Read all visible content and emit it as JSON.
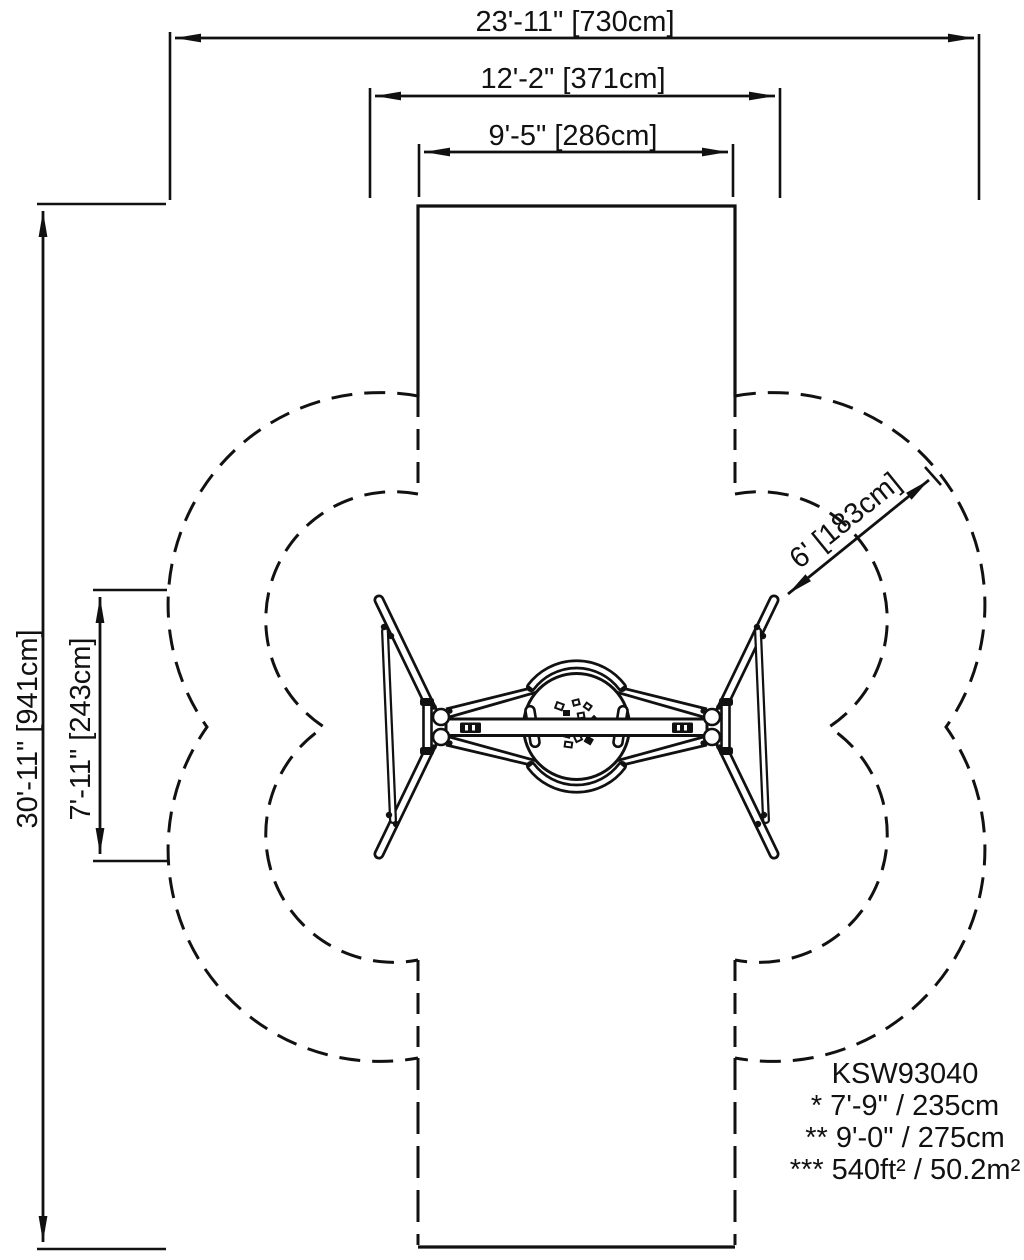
{
  "model": "KSW93040",
  "notes": [
    "* 7'-9\" / 235cm",
    "** 9'-0\" / 275cm",
    "*** 540ft² / 50.2m²"
  ],
  "dimensions": {
    "overall_width": "23'-11\" [730cm]",
    "frame_width": "12'-2\" [371cm]",
    "bay_width": "9'-5\" [286cm]",
    "overall_depth": "30'-11\" [941cm]",
    "frame_depth": "7'-11\" [243cm]",
    "use_zone_radius": "6' [183cm]"
  },
  "colors": {
    "line": "#111111",
    "background": "#ffffff"
  }
}
